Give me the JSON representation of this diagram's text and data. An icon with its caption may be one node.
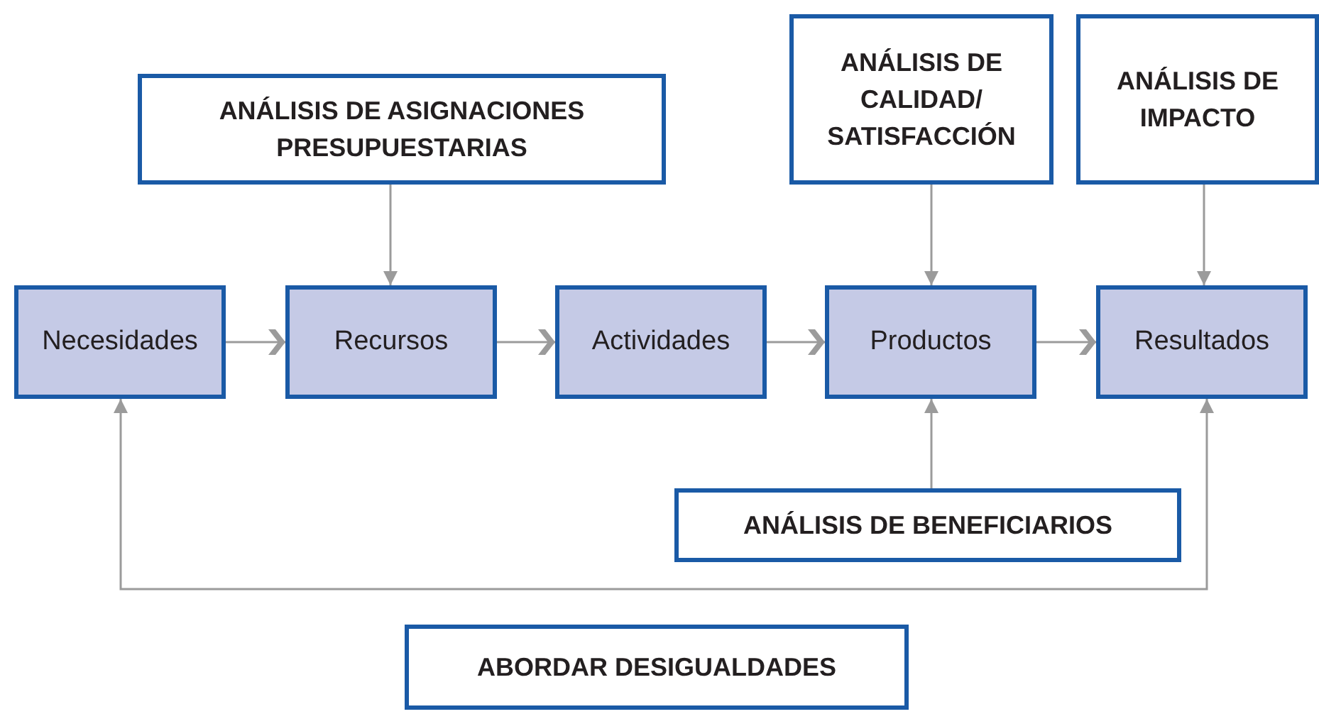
{
  "diagram": {
    "nodes": [
      {
        "text": [
          "ANÁLISIS DE ASIGNACIONES PRESUPUESTARIAS"
        ]
      },
      {
        "text": [
          "ANÁLISIS DE CALIDAD/ SATISFACCIÓN"
        ]
      },
      {
        "text": [
          "ANÁLISIS DE IMPACTO"
        ]
      },
      {
        "text": [
          "Necesidades"
        ]
      },
      {
        "text": [
          "Recursos"
        ]
      },
      {
        "text": [
          "Actividades"
        ]
      },
      {
        "text": [
          "Productos"
        ]
      },
      {
        "text": [
          "Resultados"
        ]
      },
      {
        "text": [
          "ANÁLISIS DE BENEFICIARIOS"
        ]
      },
      {
        "text": [
          "ABORDAR DESIGUALDADES"
        ]
      }
    ],
    "edges": [
      {
        "from": 0,
        "to": 4,
        "arrow": "to"
      },
      {
        "from": 1,
        "to": 6,
        "arrow": "to"
      },
      {
        "from": 2,
        "to": 7,
        "arrow": "to"
      },
      {
        "from": 3,
        "to": 4,
        "arrow": "to"
      },
      {
        "from": 4,
        "to": 5,
        "arrow": "to"
      },
      {
        "from": 5,
        "to": 6,
        "arrow": "to"
      },
      {
        "from": 6,
        "to": 7,
        "arrow": "to"
      },
      {
        "from": 8,
        "to": 6,
        "arrow": "to"
      },
      {
        "from": null,
        "to": 3,
        "arrow": "to"
      },
      {
        "from": null,
        "to": 7,
        "arrow": "to"
      }
    ]
  }
}
